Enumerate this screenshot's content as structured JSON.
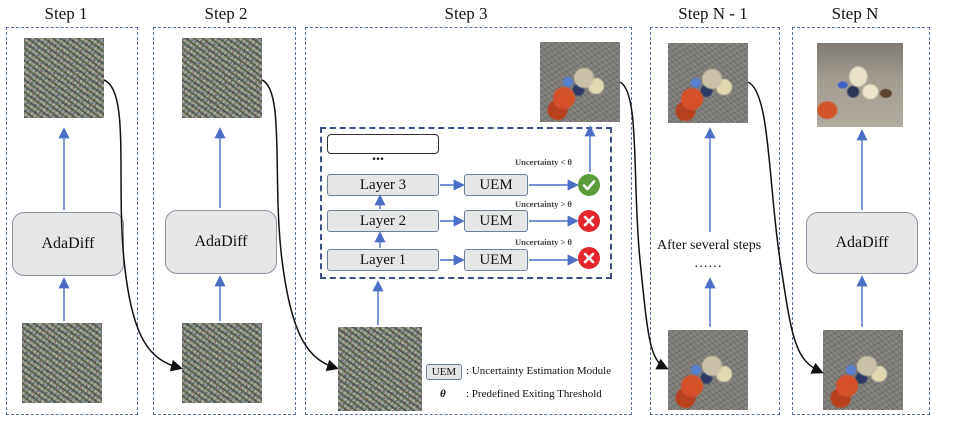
{
  "steps": [
    {
      "title": "Step 1",
      "module": "AdaDiff"
    },
    {
      "title": "Step 2",
      "module": "AdaDiff"
    },
    {
      "title": "Step 3"
    },
    {
      "title": "Step N - 1",
      "note": "After several steps",
      "ellipsis": "……"
    },
    {
      "title": "Step N",
      "module": "AdaDiff"
    }
  ],
  "exit_panel": {
    "ellipsis": "...",
    "layers": [
      {
        "label": "Layer 3",
        "uem": "UEM",
        "condition": "Uncertainty < θ",
        "result": "check-icon"
      },
      {
        "label": "Layer 2",
        "uem": "UEM",
        "condition": "Uncertainty > θ",
        "result": "cross-icon"
      },
      {
        "label": "Layer 1",
        "uem": "UEM",
        "condition": "Uncertainty > θ",
        "result": "cross-icon"
      }
    ]
  },
  "legend": {
    "uem_tag": "UEM",
    "uem_text": ": Uncertainty Estimation Module",
    "theta_symbol": "θ",
    "theta_text": ": Predefined Exiting Threshold"
  },
  "colors": {
    "panel_border": "#5a6f9c",
    "arrow": "#4a6fc4",
    "check": "#5a9b3a",
    "cross": "#e2262b"
  }
}
